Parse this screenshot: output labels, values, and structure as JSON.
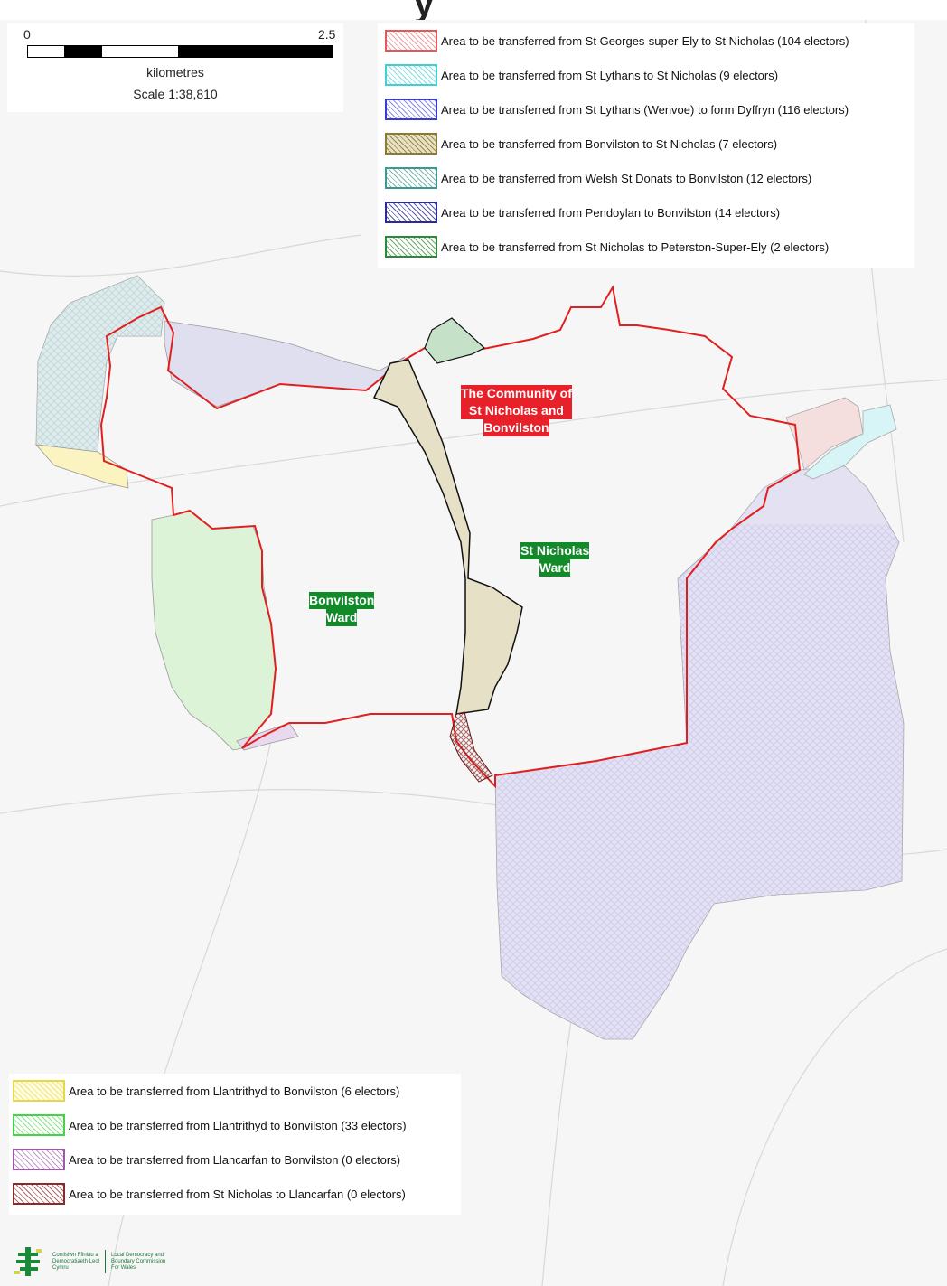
{
  "header": {
    "title_fragment": "y"
  },
  "scalebar": {
    "tick_start": "0",
    "tick_end": "2.5",
    "units": "kilometres",
    "scale": "Scale 1:38,810"
  },
  "legend_top": [
    {
      "label": "Area to be transferred from St Georges-super-Ely to St Nicholas (104 electors)",
      "color": "#e05a5a"
    },
    {
      "label": "Area to be transferred from St Lythans to St Nicholas (9 electors)",
      "color": "#41cfd2"
    },
    {
      "label": "Area to be transferred from St Lythans (Wenvoe) to form Dyffryn (116 electors)",
      "color": "#3a3ad6"
    },
    {
      "label": "Area to be transferred from Bonvilston to St Nicholas (7 electors)",
      "color": "#8a7a34"
    },
    {
      "label": "Area to be transferred from Welsh St Donats to Bonvilston (12 electors)",
      "color": "#3a9a8e"
    },
    {
      "label": "Area to be transferred from Pendoylan to Bonvilston (14 electors)",
      "color": "#2a2a9a"
    },
    {
      "label": "Area to be transferred from St Nicholas to Peterston-Super-Ely (2 electors)",
      "color": "#2a8a3a"
    }
  ],
  "legend_bottom": [
    {
      "label": "Area to be transferred from Llantrithyd to Bonvilston (6 electors)",
      "color": "#f0e64a"
    },
    {
      "label": "Area to be transferred from Llantrithyd to Bonvilston (33 electors)",
      "color": "#46d24a"
    },
    {
      "label": "Area to be transferred from Llancarfan to Bonvilston (0 electors)",
      "color": "#9a5aa6"
    },
    {
      "label": "Area to be transferred from St Nicholas to Llancarfan (0 electors)",
      "color": "#8a2a2a"
    }
  ],
  "map_labels": {
    "community": [
      "The Community of",
      "St Nicholas and",
      "Bonvilston"
    ],
    "st_nicholas_ward": [
      "St Nicholas",
      "Ward"
    ],
    "bonvilston_ward": [
      "Bonvilston",
      "Ward"
    ]
  },
  "colors": {
    "community_boundary": "#e02020",
    "ward_boundary": "#111111",
    "label_red": "#e8202a",
    "label_green": "#128a2a"
  },
  "logo": {
    "welsh_line1": "Comisiwn Ffiniau a",
    "welsh_line2": "Democratiaeth Leol",
    "welsh_line3": "Cymru",
    "english_line1": "Local Democracy and",
    "english_line2": "Boundary Commission",
    "english_line3": "For Wales"
  }
}
